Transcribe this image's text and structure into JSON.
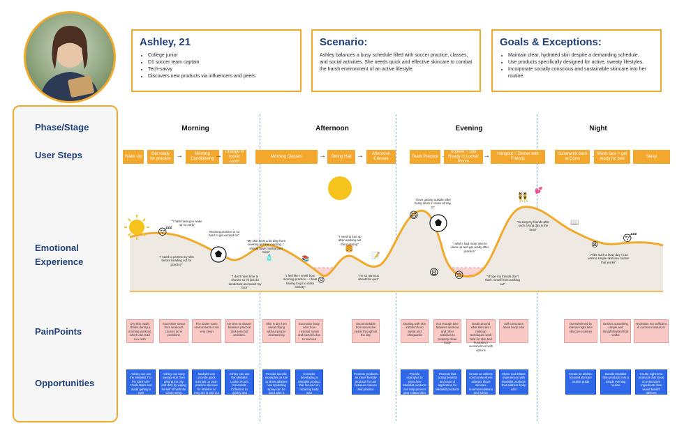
{
  "persona": {
    "name": "Ashley, 21",
    "bullets": [
      "College junior",
      "D1 soccer team captain",
      "Tech-savvy",
      "Discovers new products via influencers and peers"
    ]
  },
  "scenario": {
    "title": "Scenario:",
    "text": "Ashley balances a busy schedule filled with soccer practice, classes, and social activities. She needs quick and effective skincare to combat the harsh environment of an active lifestyle."
  },
  "goals": {
    "title": "Goals & Exceptions:",
    "bullets": [
      "Maintain clear, hydrated skin despite a demanding schedule.",
      "Use products specifically designed for active, sweaty lifestyles.",
      "Incorporate socially conscious and sustainable skincare into her routine."
    ]
  },
  "rows": {
    "phase": "Phase/Stage",
    "steps": "User Steps",
    "emotion": "Emotional Experience",
    "pain": "PainPoints",
    "opp": "Opportunities"
  },
  "phases": [
    "Morning",
    "Afternoon",
    "Evening",
    "Night"
  ],
  "steps": [
    "Wake Up",
    "Get ready for practice",
    "Morning Conditioning",
    "Change in locker room",
    "Morning Classes",
    "Dining Hall",
    "Afternoon Classes",
    "Team Practice",
    "Shower + Get Ready in Locker Room",
    "Hangout + Dinner with Friends",
    "Homework back at Dorm",
    "Wash face + get ready for bed",
    "Sleep"
  ],
  "quotes": [
    "\"I hate having to wake up so early\"",
    "\"I need to protect my skin before heading out for practice\"",
    "\"Morning practice is so hard to get excited for\"",
    "\"My skin feels a bit dirty from working out this morning. I should have moisturized more\"",
    "\"I don't have time to shower so I'll just do deodorant and wash my face\"",
    "\"I feel like I smell from morning practice -- I hate having to go to class sweaty\"",
    "\"I need to fuel up after working out this morning\"",
    "\"I'm so nervous about this quiz\"",
    "\"I love getting outside after being stuck in class all day :D\"",
    "\"I wish I had more time to clean up and get ready after practice\"",
    "\"I hope my friends don't think I smell from working out\"",
    "\"Seeing my friends after such a long day is the best!\"",
    "\"After such a busy day I just want a simple skincare routine that works\""
  ],
  "pains": [
    "Dry skin easily chafes during a morning workout, which can lead to a rash",
    "Excessive sweat from workouts causes acne problems",
    "The locker room environment is not very clean",
    "No time to shower between practice and personal activities.",
    "Skin is dry from sweat drying without proper moisturizing",
    "Excessive body odor from residual sweat and bacteria due to workout",
    "Uncomfortable from excessive sweat throughout the day",
    "Dealing with skin irritation from sweat and shinguards",
    "Not enough time between workout and other activities to properly clean body",
    "Doubt around what skincare / makeup techniques work best for skin and frustrated / overwhelmed with options",
    "self-conscious about body odor",
    "Overwhelmed by intense night time skincare routines",
    "Desires something simple and straightforward that works",
    "Hydration not sufficient in current moisturizer"
  ],
  "opps": [
    "Ashley can use the Medalist Tru-Fix Stick Anti-Chafe Balm and avoid getting a rash",
    "Ashley can keep sweaty skin from getting too oily and dirty by wiping herself off with the Clean Sleep Cooling and Cleansing Wipes",
    "Medalist can provide quick tutorials on post-practice skincare for athletes so they are in and out of the locker room.",
    "Ashley can use the Medalist Locker Room Essentials Collection to quickly and properly freshen up after practice",
    "Provide specific examples on site to show athletes how Hydrating Spray can be used after a workout",
    "Consider developing a Medalist product that focused on reducing body odor",
    "Promote products as travel friendly products for use between classes and practice",
    "Provide examples to show how Medalist products can help prevent gear related skin irritation",
    "Promote fast acting benefits and ease of application for Medalist products",
    "Create an athletic community where athletes share skincare recommendations and advice",
    "Share real athlete experiences with Medalist products that address body odor",
    "Create an athlete-focused skincare routine guide",
    "Bundle Medalist Skin products into a simple evening routine",
    "Create night-time products that focus on restorative ingredients that would benefit athletes"
  ],
  "colors": {
    "accent": "#f0a92a",
    "navy": "#1f3f7a",
    "pain": "#f9c9c6",
    "opp": "#2f68e8",
    "step": "#f4a72d"
  }
}
